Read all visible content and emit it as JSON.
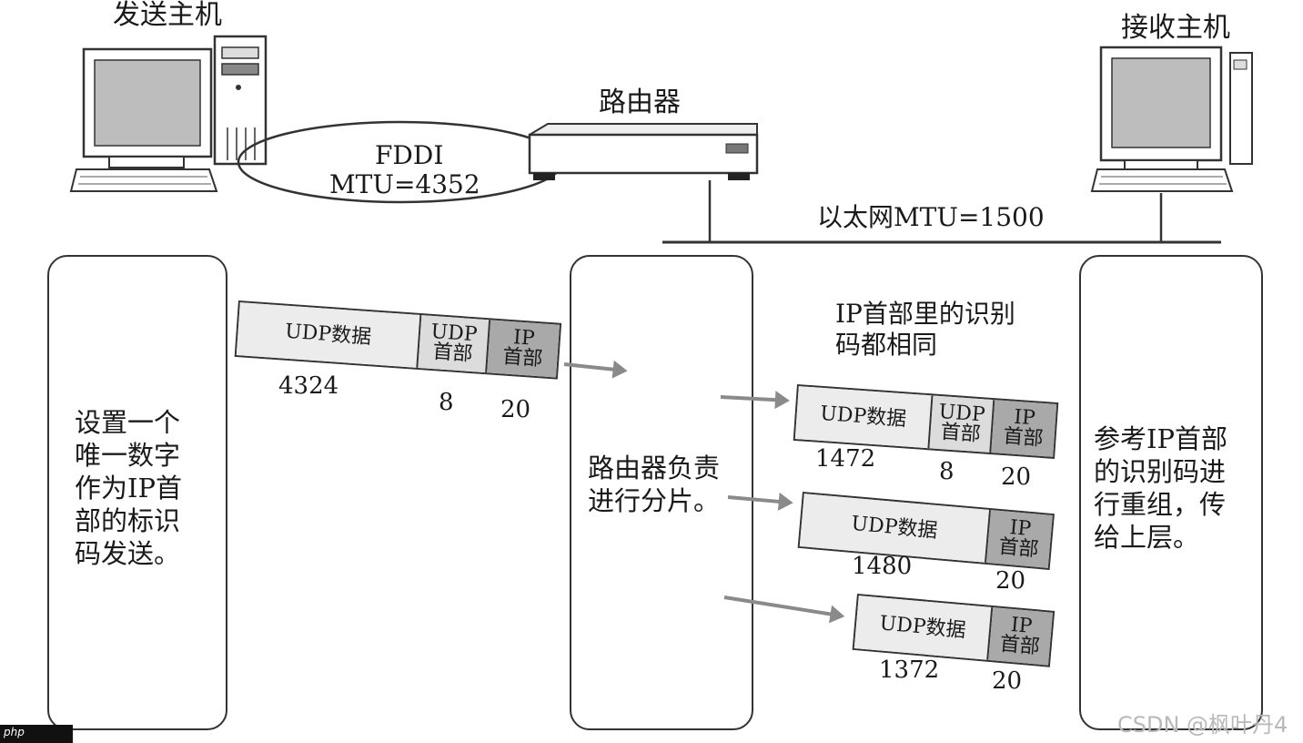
{
  "hosts": {
    "sender_title": "发送主机",
    "router_title": "路由器",
    "receiver_title": "接收主机"
  },
  "links": {
    "fddi_name": "FDDI",
    "fddi_mtu": "MTU=4352",
    "ethernet_label": "以太网MTU=1500"
  },
  "panels": {
    "left_text": "设置一个\n唯一数字\n作为IP首\n部的标识\n码发送。",
    "middle_text": "路由器负责\n进行分片。",
    "right_text": "参考IP首部\n的识别码进\n行重组，传\n给上层。"
  },
  "id_note": "IP首部里的识别\n码都相同",
  "original_packet": {
    "cells": [
      "UDP数据",
      "UDP\n首部",
      "IP\n首部"
    ],
    "sizes": [
      "4324",
      "8",
      "20"
    ]
  },
  "fragments": [
    {
      "cells": [
        "UDP数据",
        "UDP\n首部",
        "IP\n首部"
      ],
      "sizes": [
        "1472",
        "8",
        "20"
      ]
    },
    {
      "cells": [
        "UDP数据",
        "IP\n首部"
      ],
      "sizes": [
        "1480",
        "20"
      ]
    },
    {
      "cells": [
        "UDP数据",
        "IP\n首部"
      ],
      "sizes": [
        "1372",
        "20"
      ]
    }
  ],
  "watermark": "CSDN @枫叶丹4",
  "badge": "php"
}
